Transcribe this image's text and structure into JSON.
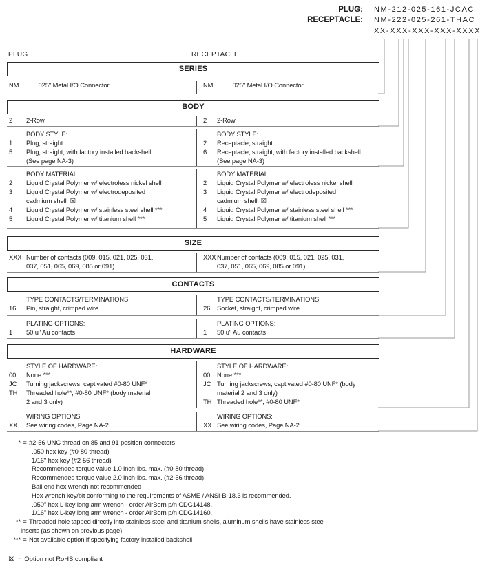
{
  "part_numbers": {
    "plug_label": "PLUG:",
    "plug_value": "NM-212-025-161-JCAC",
    "receptacle_label": "RECEPTACLE:",
    "receptacle_value": "NM-222-025-261-THAC",
    "template": "XX-XXX-XXX-XXX-XXXX"
  },
  "columns": {
    "left": "PLUG",
    "right": "RECEPTACLE"
  },
  "table": {
    "sections": [
      {
        "head": "SERIES",
        "subs": [
          {
            "wide_code": true,
            "left_rows": [
              {
                "code": "NM",
                "desc": ".025\" Metal I/O Connector"
              }
            ],
            "right_rows": [
              {
                "code": "NM",
                "desc": ".025\" Metal I/O Connector"
              }
            ]
          }
        ]
      },
      {
        "head": "BODY",
        "subs": [
          {
            "left_rows": [
              {
                "code": "2",
                "desc": "2-Row"
              }
            ],
            "right_rows": [
              {
                "code": "2",
                "desc": "2-Row"
              }
            ]
          },
          {
            "label": "BODY STYLE:",
            "left_rows": [
              {
                "code": "1",
                "desc": "Plug, straight"
              },
              {
                "code": "5",
                "desc": "Plug, straight, with factory installed backshell\n(See page NA-3)"
              }
            ],
            "right_rows": [
              {
                "code": "2",
                "desc": "Receptacle, straight"
              },
              {
                "code": "6",
                "desc": "Receptacle, straight, with factory installed backshell\n(See page NA-3)"
              }
            ]
          },
          {
            "label": "BODY MATERIAL:",
            "left_rows": [
              {
                "code": "2",
                "desc": "Liquid Crystal Polymer w/ electroless nickel shell"
              },
              {
                "code": "3",
                "desc": "Liquid Crystal Polymer w/ electrodeposited\ncadmium shell  ☒"
              },
              {
                "code": "4",
                "desc": "Liquid Crystal Polymer w/ stainless steel shell ***"
              },
              {
                "code": "5",
                "desc": "Liquid Crystal Polymer w/ titanium shell ***"
              }
            ],
            "right_rows": [
              {
                "code": "2",
                "desc": "Liquid Crystal Polymer w/ electroless nickel shell"
              },
              {
                "code": "3",
                "desc": "Liquid Crystal Polymer w/ electrodeposited\ncadmium shell  ☒"
              },
              {
                "code": "4",
                "desc": "Liquid Crystal Polymer w/ stainless steel shell ***"
              },
              {
                "code": "5",
                "desc": "Liquid Crystal Polymer w/ titanium shell ***"
              }
            ]
          }
        ]
      },
      {
        "head": "SIZE",
        "subs": [
          {
            "left_rows": [
              {
                "code": "XXX",
                "desc": "Number of contacts (009, 015, 021, 025, 031,\n037, 051, 065, 069, 085 or 091)"
              }
            ],
            "right_rows": [
              {
                "code": "XXX",
                "desc": "Number of contacts (009, 015, 021, 025, 031,\n037, 051, 065, 069, 085 or 091)"
              }
            ]
          }
        ]
      },
      {
        "head": "CONTACTS",
        "subs": [
          {
            "label": "TYPE CONTACTS/TERMINATIONS:",
            "left_rows": [
              {
                "code": "16",
                "desc": "Pin, straight, crimped wire"
              }
            ],
            "right_rows": [
              {
                "code": "26",
                "desc": "Socket, straight, crimped wire"
              }
            ]
          },
          {
            "label": "PLATING OPTIONS:",
            "left_rows": [
              {
                "code": "1",
                "desc": "50 u\" Au contacts"
              }
            ],
            "right_rows": [
              {
                "code": "1",
                "desc": "50 u\" Au contacts"
              }
            ]
          }
        ]
      },
      {
        "head": "HARDWARE",
        "subs": [
          {
            "label": "STYLE OF HARDWARE:",
            "left_rows": [
              {
                "code": "00",
                "desc": "None ***"
              },
              {
                "code": "JC",
                "desc": "Turning jackscrews, captivated #0-80 UNF*"
              },
              {
                "code": "TH",
                "desc": "Threaded hole**, #0-80 UNF* (body material\n2 and 3 only)"
              }
            ],
            "right_rows": [
              {
                "code": "00",
                "desc": "None ***"
              },
              {
                "code": "JC",
                "desc": "Turning jackscrews, captivated #0-80 UNF* (body\nmaterial 2 and 3 only)"
              },
              {
                "code": "TH",
                "desc": "Threaded hole**, #0-80 UNF*"
              }
            ]
          },
          {
            "label": "WIRING OPTIONS:",
            "left_rows": [
              {
                "code": "XX",
                "desc": "See wiring codes, Page NA-2"
              }
            ],
            "right_rows": [
              {
                "code": "XX",
                "desc": "See wiring codes, Page NA-2"
              }
            ]
          }
        ]
      }
    ]
  },
  "footnotes": [
    {
      "star": "*",
      "eq": "=",
      "text": "#2-56 UNC thread on 85 and 91 position connectors"
    },
    {
      "cont": 1,
      "text": ".050 hex key (#0-80 thread)"
    },
    {
      "cont": 1,
      "text": "1/16\" hex key (#2-56 thread)"
    },
    {
      "cont": 1,
      "text": "Recommended torque value 1.0 inch-lbs. max. (#0-80 thread)"
    },
    {
      "cont": 1,
      "text": "Recommended torque value 2.0 inch-lbs. max. (#2-56 thread)"
    },
    {
      "cont": 1,
      "text": "Ball end hex wrench not recommended"
    },
    {
      "cont": 1,
      "text": "Hex wrench key/bit conforming to the requirements of ASME / ANSI-B-18.3 is recommended."
    },
    {
      "cont": 1,
      "text": ".050\" hex L-key long arm wrench - order AirBorn p/n CDG14148."
    },
    {
      "cont": 1,
      "text": "1/16\" hex L-key long arm wrench - order AirBorn p/n CDG14160."
    },
    {
      "star": "**",
      "eq": "=",
      "text": "Threaded hole tapped directly into stainless steel and titanium shells, aluminum shells have stainless steel"
    },
    {
      "cont": 2,
      "text": "inserts (as shown on previous page)."
    },
    {
      "star": "***",
      "eq": "=",
      "text": "Not available option if specifying factory installed backshell"
    }
  ],
  "rohs_note": {
    "symbol": "☒",
    "eq": "=",
    "text": "Option not RoHS compliant"
  },
  "colors": {
    "page_background": "#ffffff",
    "text": "#1a1a1a",
    "section_border": "#2b2b2b",
    "rule_line": "#8a8a8a",
    "column_divider": "#4a4a4a",
    "connector_line": "#9a9a9a"
  }
}
